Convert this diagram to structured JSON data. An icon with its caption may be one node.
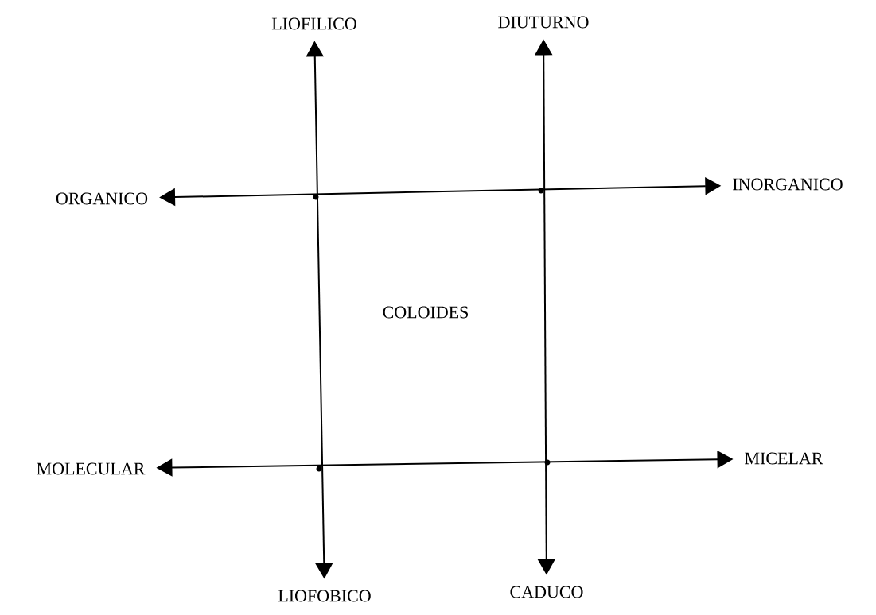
{
  "diagram": {
    "nodes": [
      {
        "text": [
          "LIOFILICO"
        ]
      },
      {
        "text": [
          "DIUTURNO"
        ]
      },
      {
        "text": [
          "ORGANICO"
        ]
      },
      {
        "text": [
          "INORGANICO"
        ]
      },
      {
        "text": [
          "MOLECULAR"
        ]
      },
      {
        "text": [
          "MICELAR"
        ]
      },
      {
        "text": [
          "LIOFOBICO"
        ]
      },
      {
        "text": [
          "CADUCO"
        ]
      }
    ],
    "edges": [
      {
        "from": 0,
        "to": 6,
        "arrow": "both"
      },
      {
        "from": 1,
        "to": 7,
        "arrow": "both"
      },
      {
        "from": 2,
        "to": 3,
        "arrow": "both"
      },
      {
        "from": 4,
        "to": 5,
        "arrow": "both"
      }
    ],
    "labels": [
      "COLOIDES"
    ]
  }
}
